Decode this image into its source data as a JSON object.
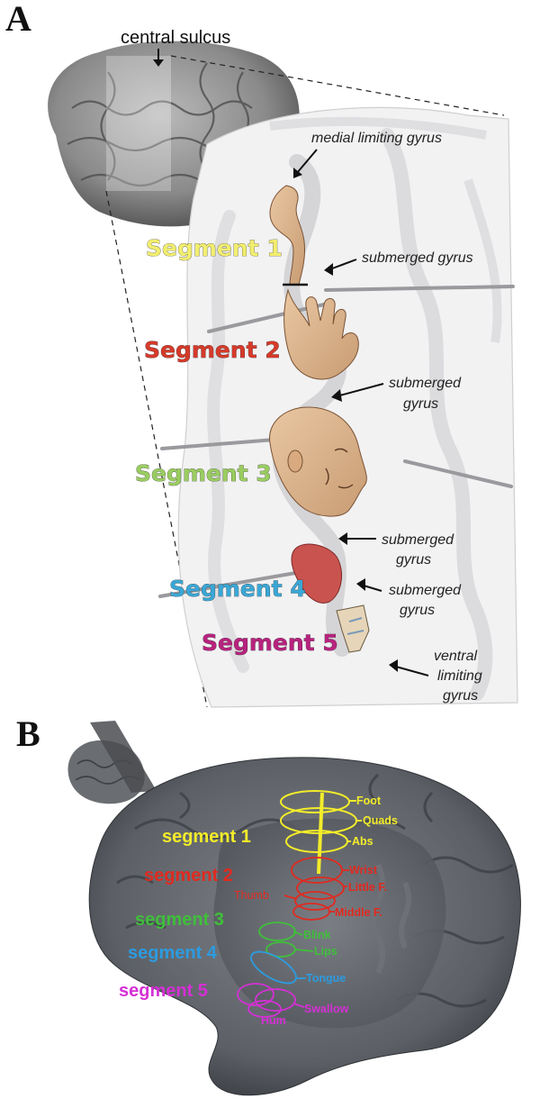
{
  "panel_a": {
    "letter": "A",
    "central_sulcus": "central sulcus",
    "callouts": {
      "medial_limiting": "medial limiting gyrus",
      "submerged_1": "submerged gyrus",
      "submerged_2a": "submerged",
      "submerged_2b": "gyrus",
      "submerged_3a": "submerged",
      "submerged_3b": "gyrus",
      "submerged_4a": "submerged",
      "submerged_4b": "gyrus",
      "ventral_a": "ventral",
      "ventral_b": "limiting",
      "ventral_c": "gyrus"
    },
    "segments": [
      {
        "label": "Segment 1",
        "color": "#f2ee6e"
      },
      {
        "label": "Segment 2",
        "color": "#d63a2a"
      },
      {
        "label": "Segment 3",
        "color": "#9acd60"
      },
      {
        "label": "Segment 4",
        "color": "#3aa7d6"
      },
      {
        "label": "Segment 5",
        "color": "#b8237e"
      }
    ]
  },
  "panel_b": {
    "letter": "B",
    "segments": [
      {
        "label": "segment 1",
        "color": "#f3ec2a"
      },
      {
        "label": "segment 2",
        "color": "#e02a20"
      },
      {
        "label": "segment 3",
        "color": "#3fbf3a"
      },
      {
        "label": "segment 4",
        "color": "#2d9be0"
      },
      {
        "label": "segment 5",
        "color": "#d62fd6"
      }
    ],
    "body_parts": {
      "foot": "Foot",
      "quads": "Quads",
      "abs": "Abs",
      "wrist": "Wrist",
      "little_f": "Little F.",
      "thumb": "Thumb",
      "middle_f": "Middle F.",
      "blink": "Blink",
      "lips": "Lips",
      "tongue": "Tongue",
      "swallow": "Swallow",
      "hum": "Hum"
    }
  }
}
